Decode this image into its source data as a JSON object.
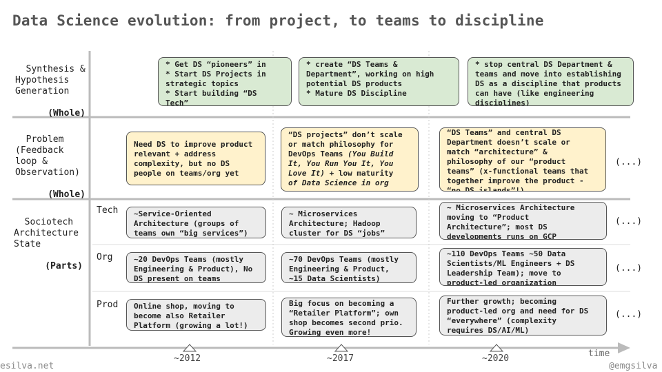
{
  "title": "Data Science evolution: from project, to teams to discipline",
  "rows": {
    "synthesis": {
      "label": "Synthesis &\nHypothesis\nGeneration",
      "scope": "(Whole)"
    },
    "problem": {
      "label": "Problem\n(Feedback\nloop &\nObservation)",
      "scope": "(Whole)"
    },
    "sociotech": {
      "label": "Sociotech\nArchitecture\nState",
      "scope": "(Parts)"
    }
  },
  "sublabels": {
    "tech": "Tech",
    "org": "Org",
    "prod": "Prod"
  },
  "boxes": {
    "synth_2012": "* Get DS “pioneers” in\n* Start DS Projects in\nstrategic topics\n* Start building “DS\nTech”",
    "synth_2017": "* create “DS Teams &\nDepartment”, working on high\npotential DS products\n* Mature DS Discipline",
    "synth_2020": "* stop central DS Department &\nteams and move into establishing\nDS as a discipline that products\ncan have (like engineering\ndisciplines)",
    "problem_2012": "Need DS to improve product\nrelevant + address\ncomplexity, but no DS\npeople on teams/org yet",
    "problem_2017_a": "“DS projects” don’t scale\nor match philosophy for\nDevOps Teams ",
    "problem_2017_b": "(You Build\nIt, You Run You It, You\nLove It)",
    "problem_2017_c": " + low maturity\n",
    "problem_2017_d": "of Data Science in org",
    "problem_2020": "“DS Teams” and central DS\nDepartment doesn’t scale or\nmatch “architecture” &\nphilosophy of our “product\nteams” (x-functional teams that\ntogether improve the product -\n“no DS islands”!)",
    "tech_2012": "~Service-Oriented\nArchitecture (groups of\nteams own “big services”)",
    "tech_2017": "~ Microservices\nArchitecture; Hadoop\ncluster for DS “jobs”",
    "tech_2020": "~ Microservices Architecture\nmoving to “Product\nArchitecture”; most DS\ndevelopments runs on GCP",
    "org_2012": "~20 DevOps Teams (mostly\nEngineering & Product), No\nDS present on teams",
    "org_2017": "~70 DevOps Teams (mostly\nEngineering & Product,\n~15 Data Scientists)",
    "org_2020": "~110 DevOps Teams ~50 Data\nScientists/ML Engineers + DS\nLeadership Team); move to\nproduct-led organization",
    "prod_2012": "Online shop, moving to\nbecome also Retailer\nPlatform (growing a lot!)",
    "prod_2017": "Big focus on becoming a\n“Retailer Platform”; own\nshop becomes second prio.\nGrowing even more!",
    "prod_2020": "Further growth; becoming\nproduct-led org and need for DS\n“everywhere” (complexity\nrequires DS/AI/ML)"
  },
  "ellipsis": "(...)",
  "timeline": {
    "years": [
      "~2012",
      "~2017",
      "~2020"
    ],
    "axis_label": "time"
  },
  "footer": {
    "left": "esilva.net",
    "right": "@emgsilva"
  },
  "colors": {
    "green": "#d9ead3",
    "yellow": "#fff2cc",
    "grey": "#ececec",
    "axis": "#bbbbbb"
  }
}
